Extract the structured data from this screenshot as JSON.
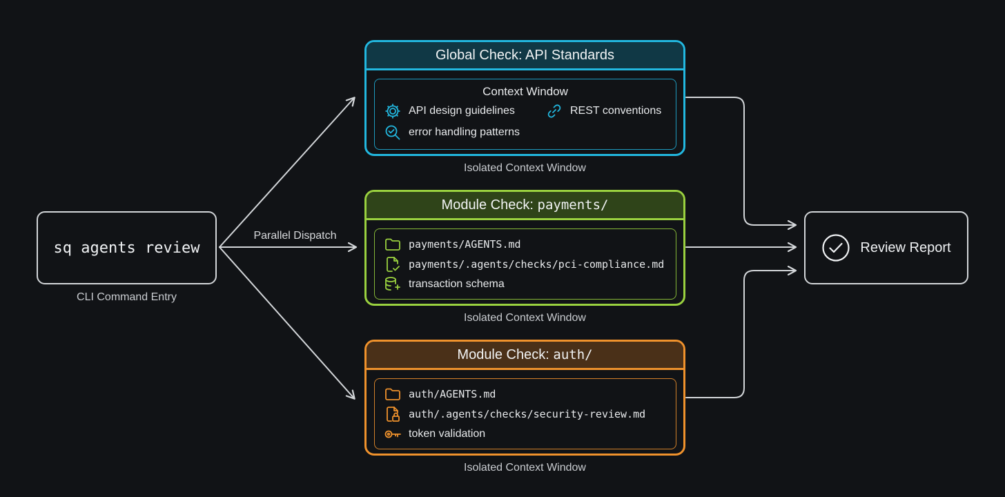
{
  "cli": {
    "command": "sq agents review",
    "caption": "CLI Command Entry"
  },
  "dispatch_label": "Parallel Dispatch",
  "report": {
    "label": "Review Report"
  },
  "isolated_caption": "Isolated Context Window",
  "colors": {
    "global": "#22b8e0",
    "payments": "#9ad13f",
    "auth": "#f0922c",
    "neutral": "#d4d7da",
    "background": "#111316"
  },
  "global_check": {
    "title": "Global Check: API Standards",
    "context_title": "Context Window",
    "items": [
      {
        "icon": "gear-icon",
        "label": "API design guidelines"
      },
      {
        "icon": "link-icon",
        "label": "REST conventions"
      },
      {
        "icon": "magnifier-check-icon",
        "label": "error handling patterns"
      }
    ]
  },
  "payments_check": {
    "title_prefix": "Module Check: ",
    "title_module": "payments/",
    "items": [
      {
        "icon": "folder-icon",
        "label": "payments/AGENTS.md"
      },
      {
        "icon": "file-check-icon",
        "label": "payments/.agents/checks/pci-compliance.md"
      },
      {
        "icon": "database-icon",
        "label": "transaction schema"
      }
    ]
  },
  "auth_check": {
    "title_prefix": "Module Check: ",
    "title_module": "auth/",
    "items": [
      {
        "icon": "folder-icon",
        "label": "auth/AGENTS.md"
      },
      {
        "icon": "file-lock-icon",
        "label": "auth/.agents/checks/security-review.md"
      },
      {
        "icon": "key-icon",
        "label": "token validation"
      }
    ]
  }
}
